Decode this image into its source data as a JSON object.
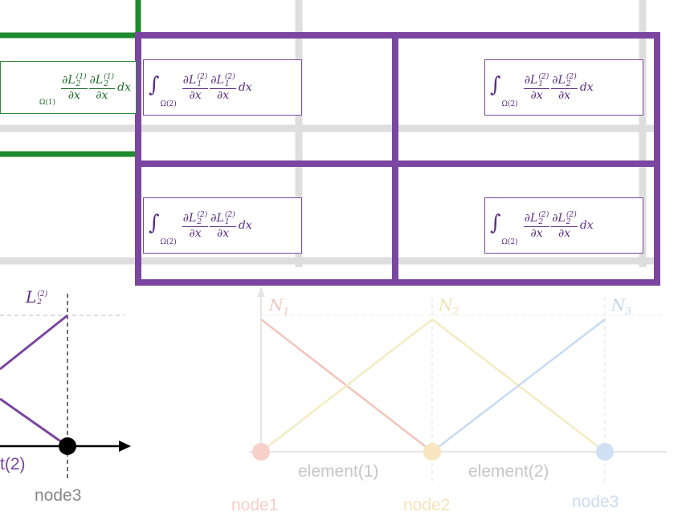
{
  "matrix": {
    "colors": {
      "element1": "#1e8a2e",
      "element2": "#7a46a0",
      "grid": "#dedede"
    },
    "entries": {
      "e1_22": {
        "domain": "Ω(1)",
        "num1": "∂L",
        "sub1": "2",
        "sup1": "(1)",
        "num2": "∂L",
        "sub2": "2",
        "sup2": "(1)",
        "den": "∂x",
        "dx": "dx"
      },
      "e2_11": {
        "domain": "Ω(2)",
        "num1": "∂L",
        "sub1": "1",
        "sup1": "(2)",
        "num2": "∂L",
        "sub2": "1",
        "sup2": "(2)",
        "den": "∂x",
        "dx": "dx"
      },
      "e2_12": {
        "domain": "Ω(2)",
        "num1": "∂L",
        "sub1": "1",
        "sup1": "(2)",
        "num2": "∂L",
        "sub2": "2",
        "sup2": "(2)",
        "den": "∂x",
        "dx": "dx"
      },
      "e2_21": {
        "domain": "Ω(2)",
        "num1": "∂L",
        "sub1": "2",
        "sup1": "(2)",
        "num2": "∂L",
        "sub2": "1",
        "sup2": "(2)",
        "den": "∂x",
        "dx": "dx"
      },
      "e2_22": {
        "domain": "Ω(2)",
        "num1": "∂L",
        "sub1": "2",
        "sup1": "(2)",
        "num2": "∂L",
        "sub2": "2",
        "sup2": "(2)",
        "den": "∂x",
        "dx": "dx"
      }
    }
  },
  "left_plot": {
    "function_label": {
      "base": "L",
      "sub": "2",
      "sup": "(2)"
    },
    "element_label": "t(2)",
    "node_label": "node3",
    "color": "#7a46a0"
  },
  "right_plot": {
    "functions": [
      {
        "base": "N",
        "sub": "1",
        "color": "#f2b8b0"
      },
      {
        "base": "N",
        "sub": "2",
        "color": "#f5e7b0"
      },
      {
        "base": "N",
        "sub": "3",
        "color": "#b9d3ef"
      }
    ],
    "elements": [
      "element(1)",
      "element(2)"
    ],
    "nodes": [
      {
        "label": "node1",
        "color": "#f6c9c2"
      },
      {
        "label": "node2",
        "color": "#f7e3b8"
      },
      {
        "label": "node3",
        "color": "#c9dcf4"
      }
    ]
  }
}
